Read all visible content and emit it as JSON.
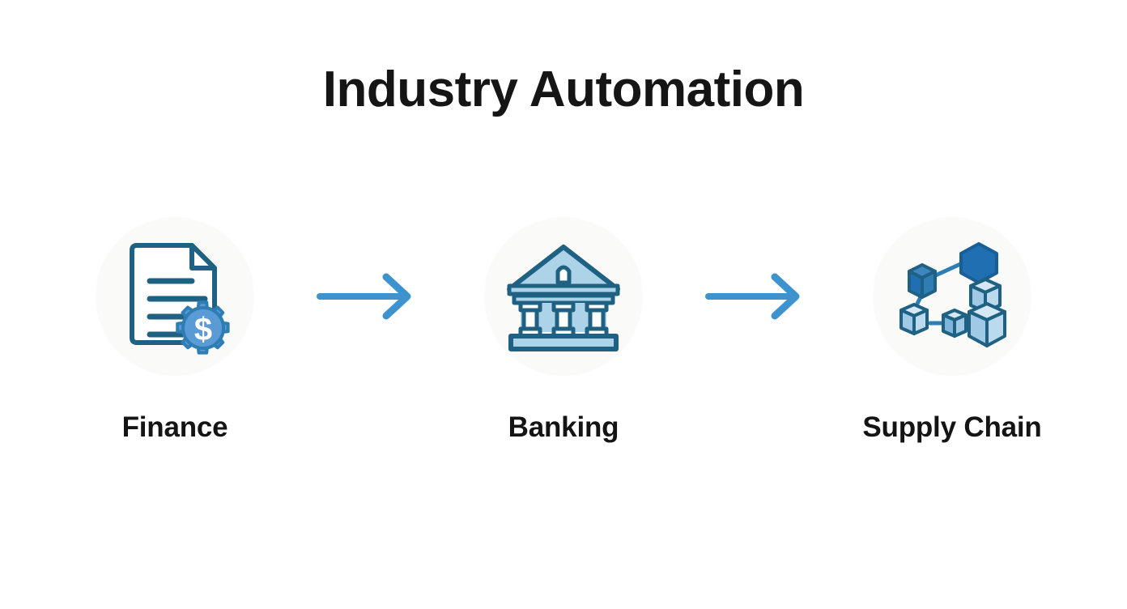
{
  "page": {
    "title": "Industry Automation",
    "background_color": "#FFFFFF",
    "title_color": "#151515"
  },
  "theme": {
    "icon_circle_bg": "#FAFAF8",
    "stroke_dark_blue": "#1F6183",
    "fill_light_blue": "#ADD3E8",
    "fill_mid_blue": "#5B9BD5",
    "fill_deep_blue": "#1F6FB2",
    "arrow_blue": "#3E93CE",
    "white": "#FFFFFF"
  },
  "flow": {
    "stages": [
      {
        "id": "finance",
        "label": "Finance",
        "icon": "document-dollar-gear-icon",
        "icon_description": "Document with folded corner, four text lines and a gear containing a dollar sign"
      },
      {
        "id": "banking",
        "label": "Banking",
        "icon": "bank-building-icon",
        "icon_description": "Classical bank building with pediment, arched window, three columns and a base plinth"
      },
      {
        "id": "supply-chain",
        "label": "Supply Chain",
        "icon": "supply-chain-network-icon",
        "icon_description": "Network of connected 3D cubes with arrows and a solid hexagonal node"
      }
    ],
    "connectors": [
      {
        "id": "connector-1",
        "icon": "arrow-right-icon",
        "from": "finance",
        "to": "banking"
      },
      {
        "id": "connector-2",
        "icon": "arrow-right-icon",
        "from": "banking",
        "to": "supply-chain"
      }
    ]
  }
}
